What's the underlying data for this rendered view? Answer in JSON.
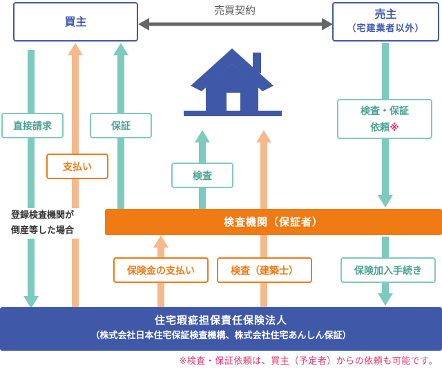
{
  "parties": {
    "buyer": "買主",
    "seller_title": "売主",
    "seller_sub": "（宅建業者以外）"
  },
  "contract_label": "売買契約",
  "labels": {
    "direct_claim": "直接請求",
    "guarantee": "保証",
    "payment": "支払い",
    "inspection": "検査",
    "seller_request_line1": "検査・保証",
    "seller_request_line2": "依頼",
    "seller_request_mark": "※",
    "bankrupt_line1": "登録検査機関が",
    "bankrupt_line2": "倒産等した場合",
    "insurance_payment": "保険金の支払い",
    "inspection_architect": "検査（建築士）",
    "insurance_procedure": "保険加入手続き"
  },
  "inspection_agency": "検査機関（保証者）",
  "insurer": {
    "line1": "住宅瑕疵担保責任保険法人",
    "line2": "（株式会社日本住宅保証検査機構、株式会社住宅あんしん保証）"
  },
  "footnote": "※検査・保証依頼は、買主（予定者）からの依頼も可能です。",
  "colors": {
    "navy": "#3f58a8",
    "teal": "#7dcbbe",
    "peach": "#f5b98e",
    "orange": "#f07a14",
    "pink": "#e8336f",
    "gray": "#666666"
  }
}
